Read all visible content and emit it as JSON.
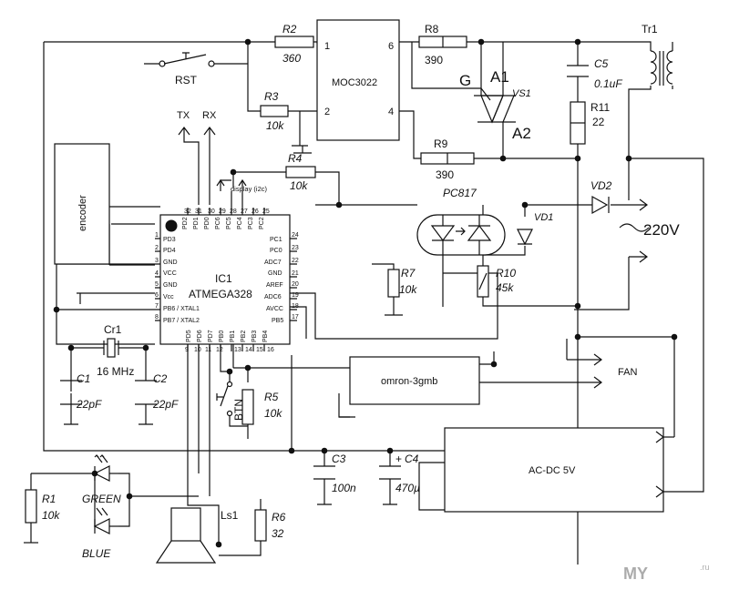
{
  "refs": {
    "r1": "R1",
    "r1_val": "10k",
    "r2": "R2",
    "r2_val": "360",
    "r3": "R3",
    "r3_val": "10k",
    "r4": "R4",
    "r4_val": "10k",
    "r5": "R5",
    "r5_val": "10k",
    "r6": "R6",
    "r6_val": "32",
    "r7": "R7",
    "r7_val": "10k",
    "r8": "R8",
    "r8_val": "390",
    "r9": "R9",
    "r9_val": "390",
    "r10": "R10",
    "r10_val": "45k",
    "r11": "R11",
    "r11_val": "22",
    "c1": "C1",
    "c1_val": "22pF",
    "c2": "C2",
    "c2_val": "22pF",
    "c3": "C3",
    "c3_val": "100n",
    "c4": "C4",
    "c4_val": "470µ",
    "c5": "C5",
    "c5_val": "0.1uF",
    "cr1": "Cr1",
    "cr1_val": "16 MHz",
    "vs1": "VS1",
    "vd1": "VD1",
    "vd2": "VD2",
    "tr1": "Tr1",
    "ls1": "Ls1"
  },
  "labels": {
    "rst": "RST",
    "tx": "TX",
    "rx": "RX",
    "display": "display (i2c)",
    "encoder": "encoder",
    "moc": "MOC3022",
    "moc_p1": "1",
    "moc_p2": "2",
    "moc_p4": "4",
    "moc_p6": "6",
    "triac_g": "G",
    "triac_a1": "A1",
    "triac_a2": "A2",
    "pc817": "PC817",
    "mains": "220V",
    "fan": "FAN",
    "omron": "omron-3gmb",
    "acdc": "AC-DC 5V",
    "btn": "BTN",
    "green": "GREEN",
    "blue": "BLUE",
    "plus": "+",
    "watermark": "MY",
    "watermark2": ".ru"
  },
  "ic": {
    "name": "IC1",
    "part": "ATMEGA328",
    "left_pins": [
      "PD3",
      "PD4",
      "GND",
      "VCC",
      "GND",
      "Vcc",
      "PB6 / XTAL1",
      "PB7 / XTAL2"
    ],
    "left_nums": [
      "1",
      "2",
      "3",
      "4",
      "5",
      "6",
      "7",
      "8"
    ],
    "right_pins": [
      "PC1",
      "PC0",
      "ADC7",
      "GND",
      "AREF",
      "ADC6",
      "AVCC",
      "PB5"
    ],
    "right_nums": [
      "24",
      "23",
      "22",
      "21",
      "20",
      "19",
      "18",
      "17"
    ],
    "top_pins": [
      "PD2",
      "PD1",
      "PD0",
      "PC6",
      "PC5",
      "PC4",
      "PC3",
      "PC2"
    ],
    "top_nums": [
      "32",
      "31",
      "30",
      "29",
      "28",
      "27",
      "26",
      "25"
    ],
    "bottom_pins": [
      "PD5",
      "PD6",
      "PD7",
      "PB0",
      "PB1",
      "PB2",
      "PB3",
      "PB4"
    ],
    "bottom_nums": [
      "9",
      "10",
      "11",
      "12",
      "13",
      "14",
      "15",
      "16"
    ]
  }
}
